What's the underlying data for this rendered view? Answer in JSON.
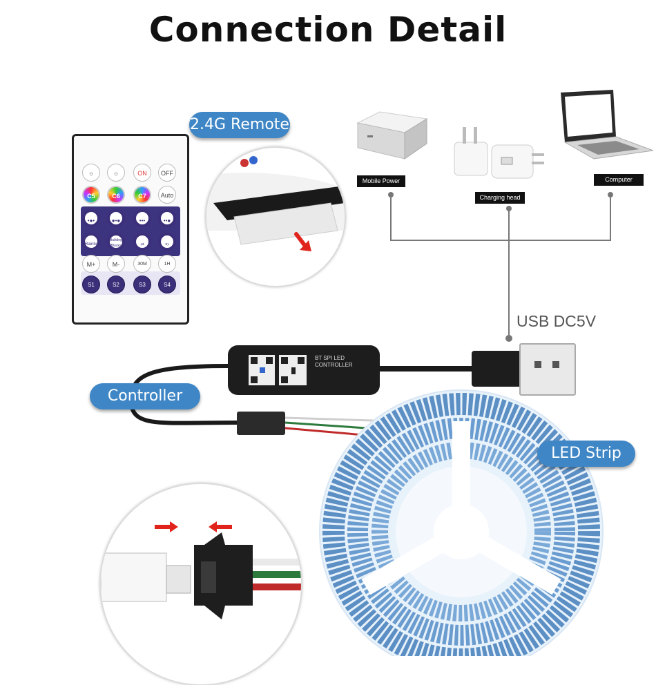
{
  "title": "Connection  Detail",
  "labels": {
    "remote": "2.4G Remote",
    "controller": "Controller",
    "led_strip": "LED Strip",
    "usb": "USB DC5V"
  },
  "devices": {
    "mobile_power": "Mobile Power",
    "charging_head": "Charging head",
    "computer": "Computer"
  },
  "controller_text": {
    "line1": "BT SPI LED",
    "line2": "CONTROLLER"
  },
  "remote_buttons": {
    "row1": [
      "",
      "",
      "ON",
      "OFF"
    ],
    "row2": [
      "C5",
      "C6",
      "C7",
      "Auto"
    ],
    "row4": [
      "Rainbow",
      "Building Blocks",
      "",
      ""
    ],
    "row5": [
      "M+",
      "M-",
      "30M",
      "1H"
    ],
    "row6": [
      "S1",
      "S2",
      "S3",
      "S4"
    ]
  },
  "colors": {
    "pill": "#3e86c6",
    "strip": "#5c8fc4",
    "remote_purple": "#3d3480",
    "arrow_red": "#e0241c"
  }
}
